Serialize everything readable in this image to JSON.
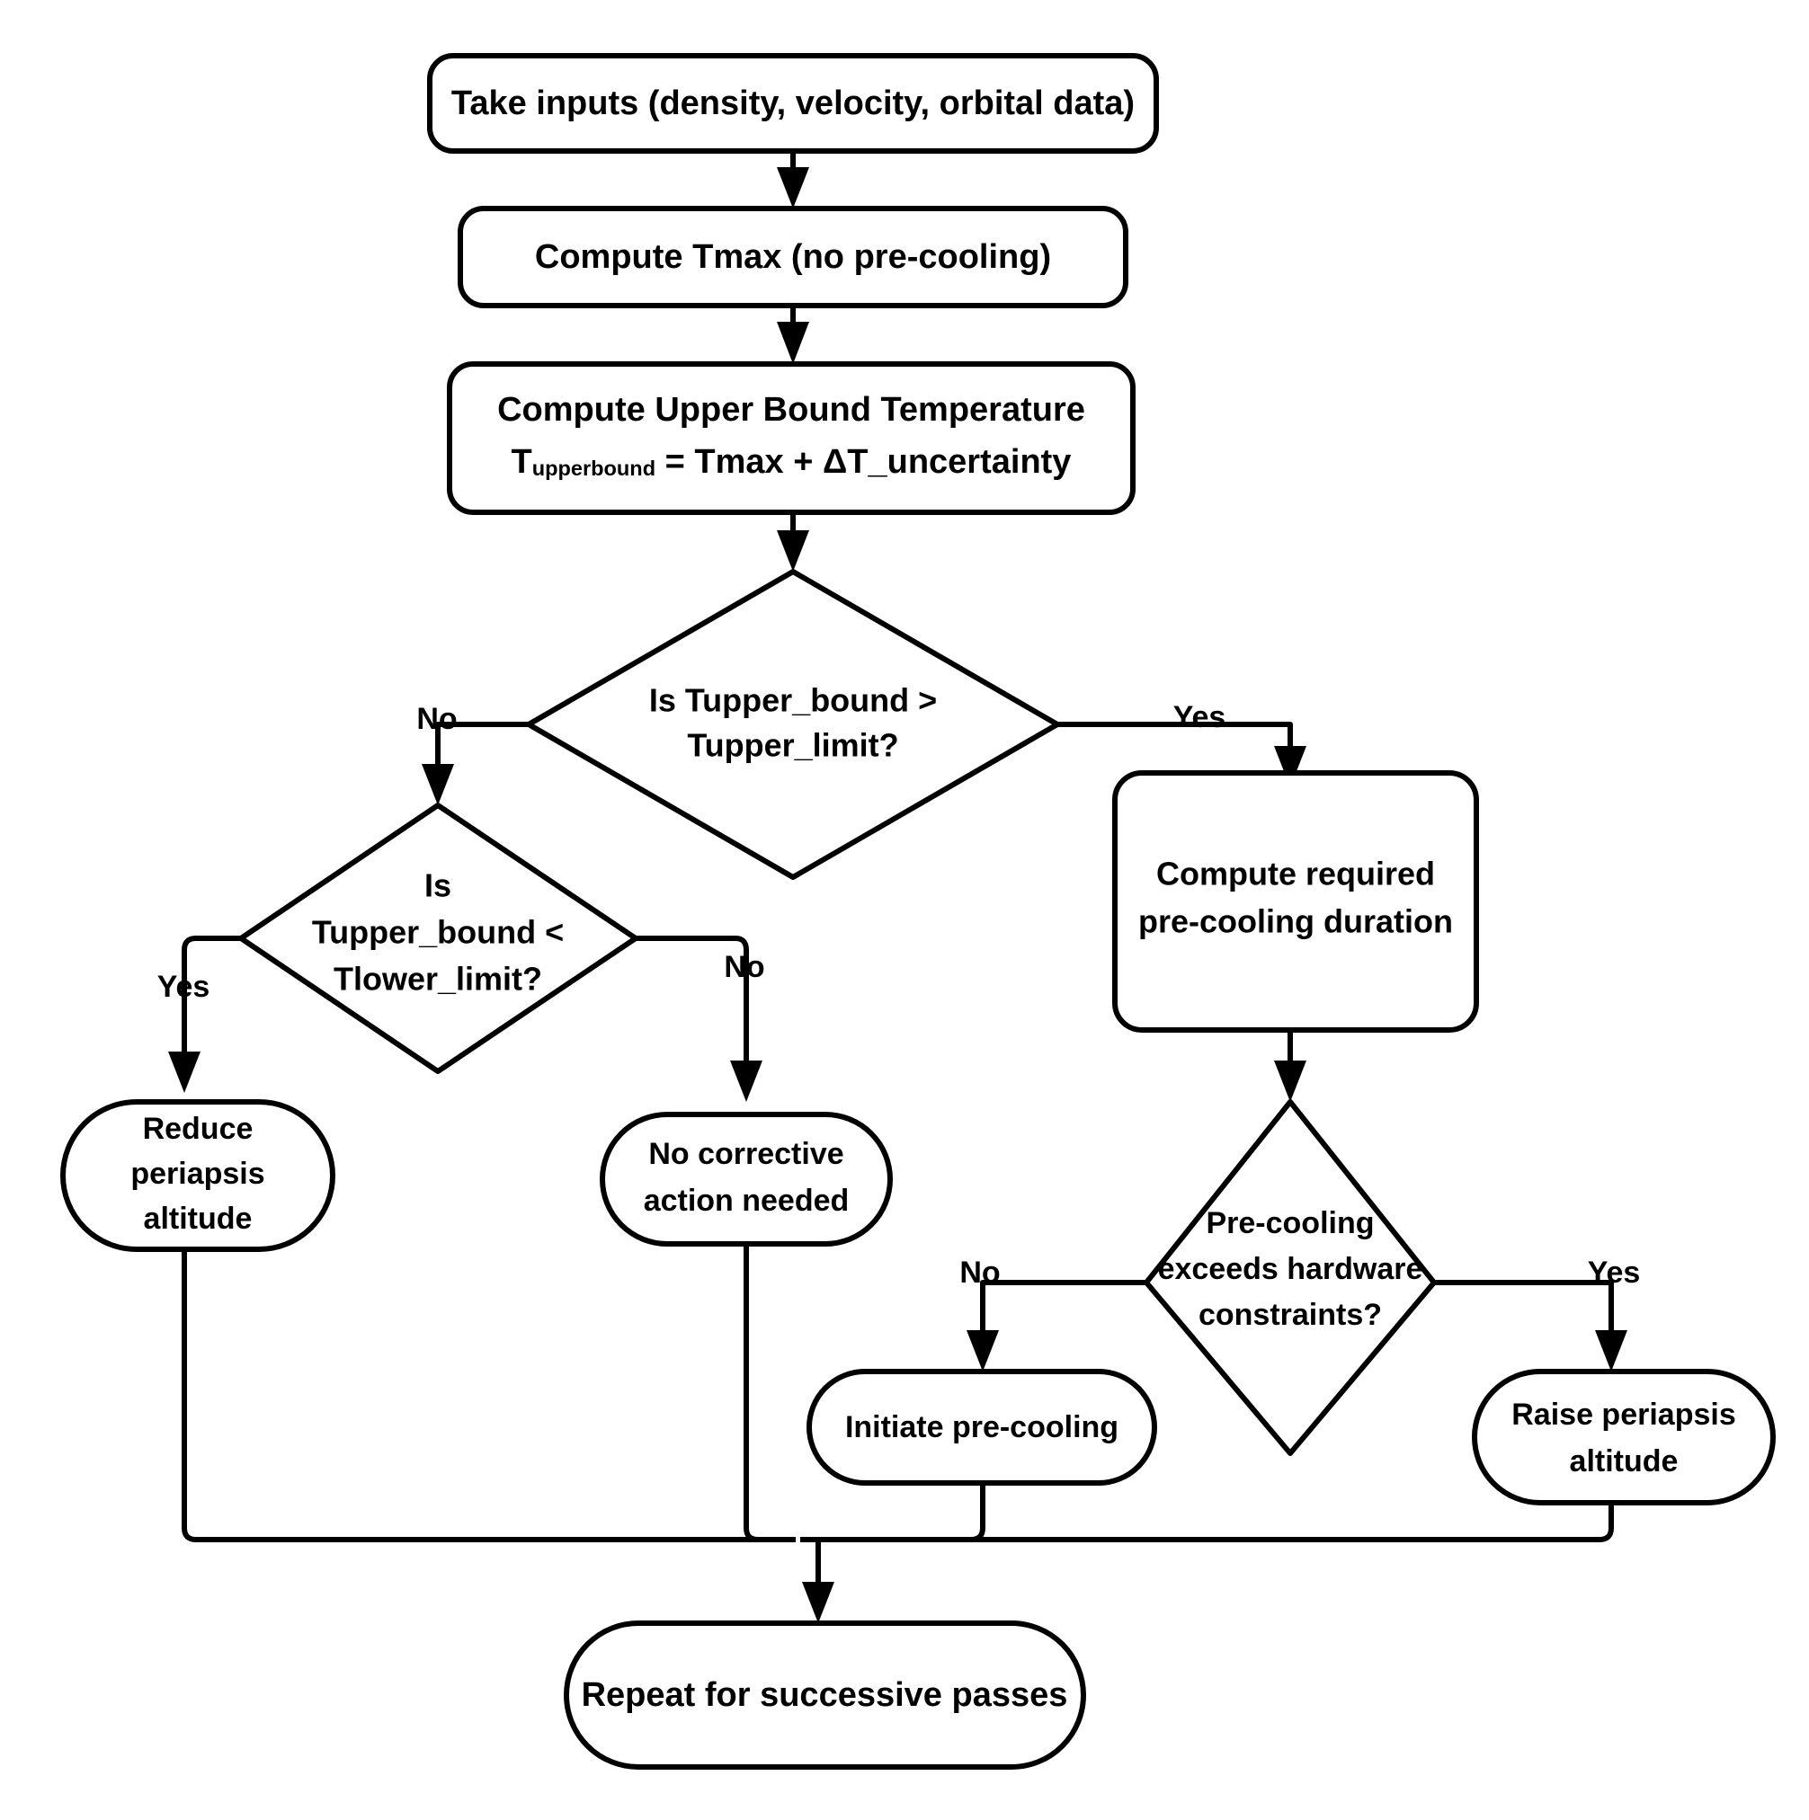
{
  "diagram": {
    "title": "Aerobraking thermal control decision flowchart",
    "background_color": "#ffffff",
    "line_color": "#000000",
    "fill_color": "#ffffff"
  },
  "nodes": {
    "take_inputs": {
      "shape": "rounded-rect",
      "label": "Take inputs (density, velocity, orbital data)"
    },
    "compute_tmax": {
      "shape": "rounded-rect",
      "label": "Compute Tmax (no pre-cooling)"
    },
    "compute_upper_bound": {
      "shape": "rounded-rect",
      "line1": "Compute Upper Bound Temperature",
      "line2_prefix": "T",
      "line2_subscript": "upperbound",
      "line2_suffix": " = Tmax + ΔT_uncertainty"
    },
    "decision_upper": {
      "shape": "diamond",
      "line1": "Is Tupper_bound >",
      "line2": "Tupper_limit?"
    },
    "decision_lower": {
      "shape": "diamond",
      "line1": "Is",
      "line2": "Tupper_bound <",
      "line3": "Tlower_limit?"
    },
    "compute_precool": {
      "shape": "rounded-rect",
      "line1": "Compute required",
      "line2": "pre-cooling duration"
    },
    "decision_hardware": {
      "shape": "diamond",
      "line1": "Pre-cooling",
      "line2": "exceeds hardware",
      "line3": "constraints?"
    },
    "reduce_periapsis": {
      "shape": "stadium",
      "line1": "Reduce",
      "line2": "periapsis",
      "line3": "altitude"
    },
    "no_action": {
      "shape": "stadium",
      "line1": "No corrective",
      "line2": "action needed"
    },
    "initiate_precooling": {
      "shape": "stadium",
      "label": "Initiate pre-cooling"
    },
    "raise_periapsis": {
      "shape": "stadium",
      "line1": "Raise periapsis",
      "line2": "altitude"
    },
    "repeat_passes": {
      "shape": "stadium",
      "label": "Repeat for successive passes"
    }
  },
  "edge_labels": {
    "upper_no": "No",
    "upper_yes": "Yes",
    "lower_yes": "Yes",
    "lower_no": "No",
    "hardware_no": "No",
    "hardware_yes": "Yes"
  }
}
